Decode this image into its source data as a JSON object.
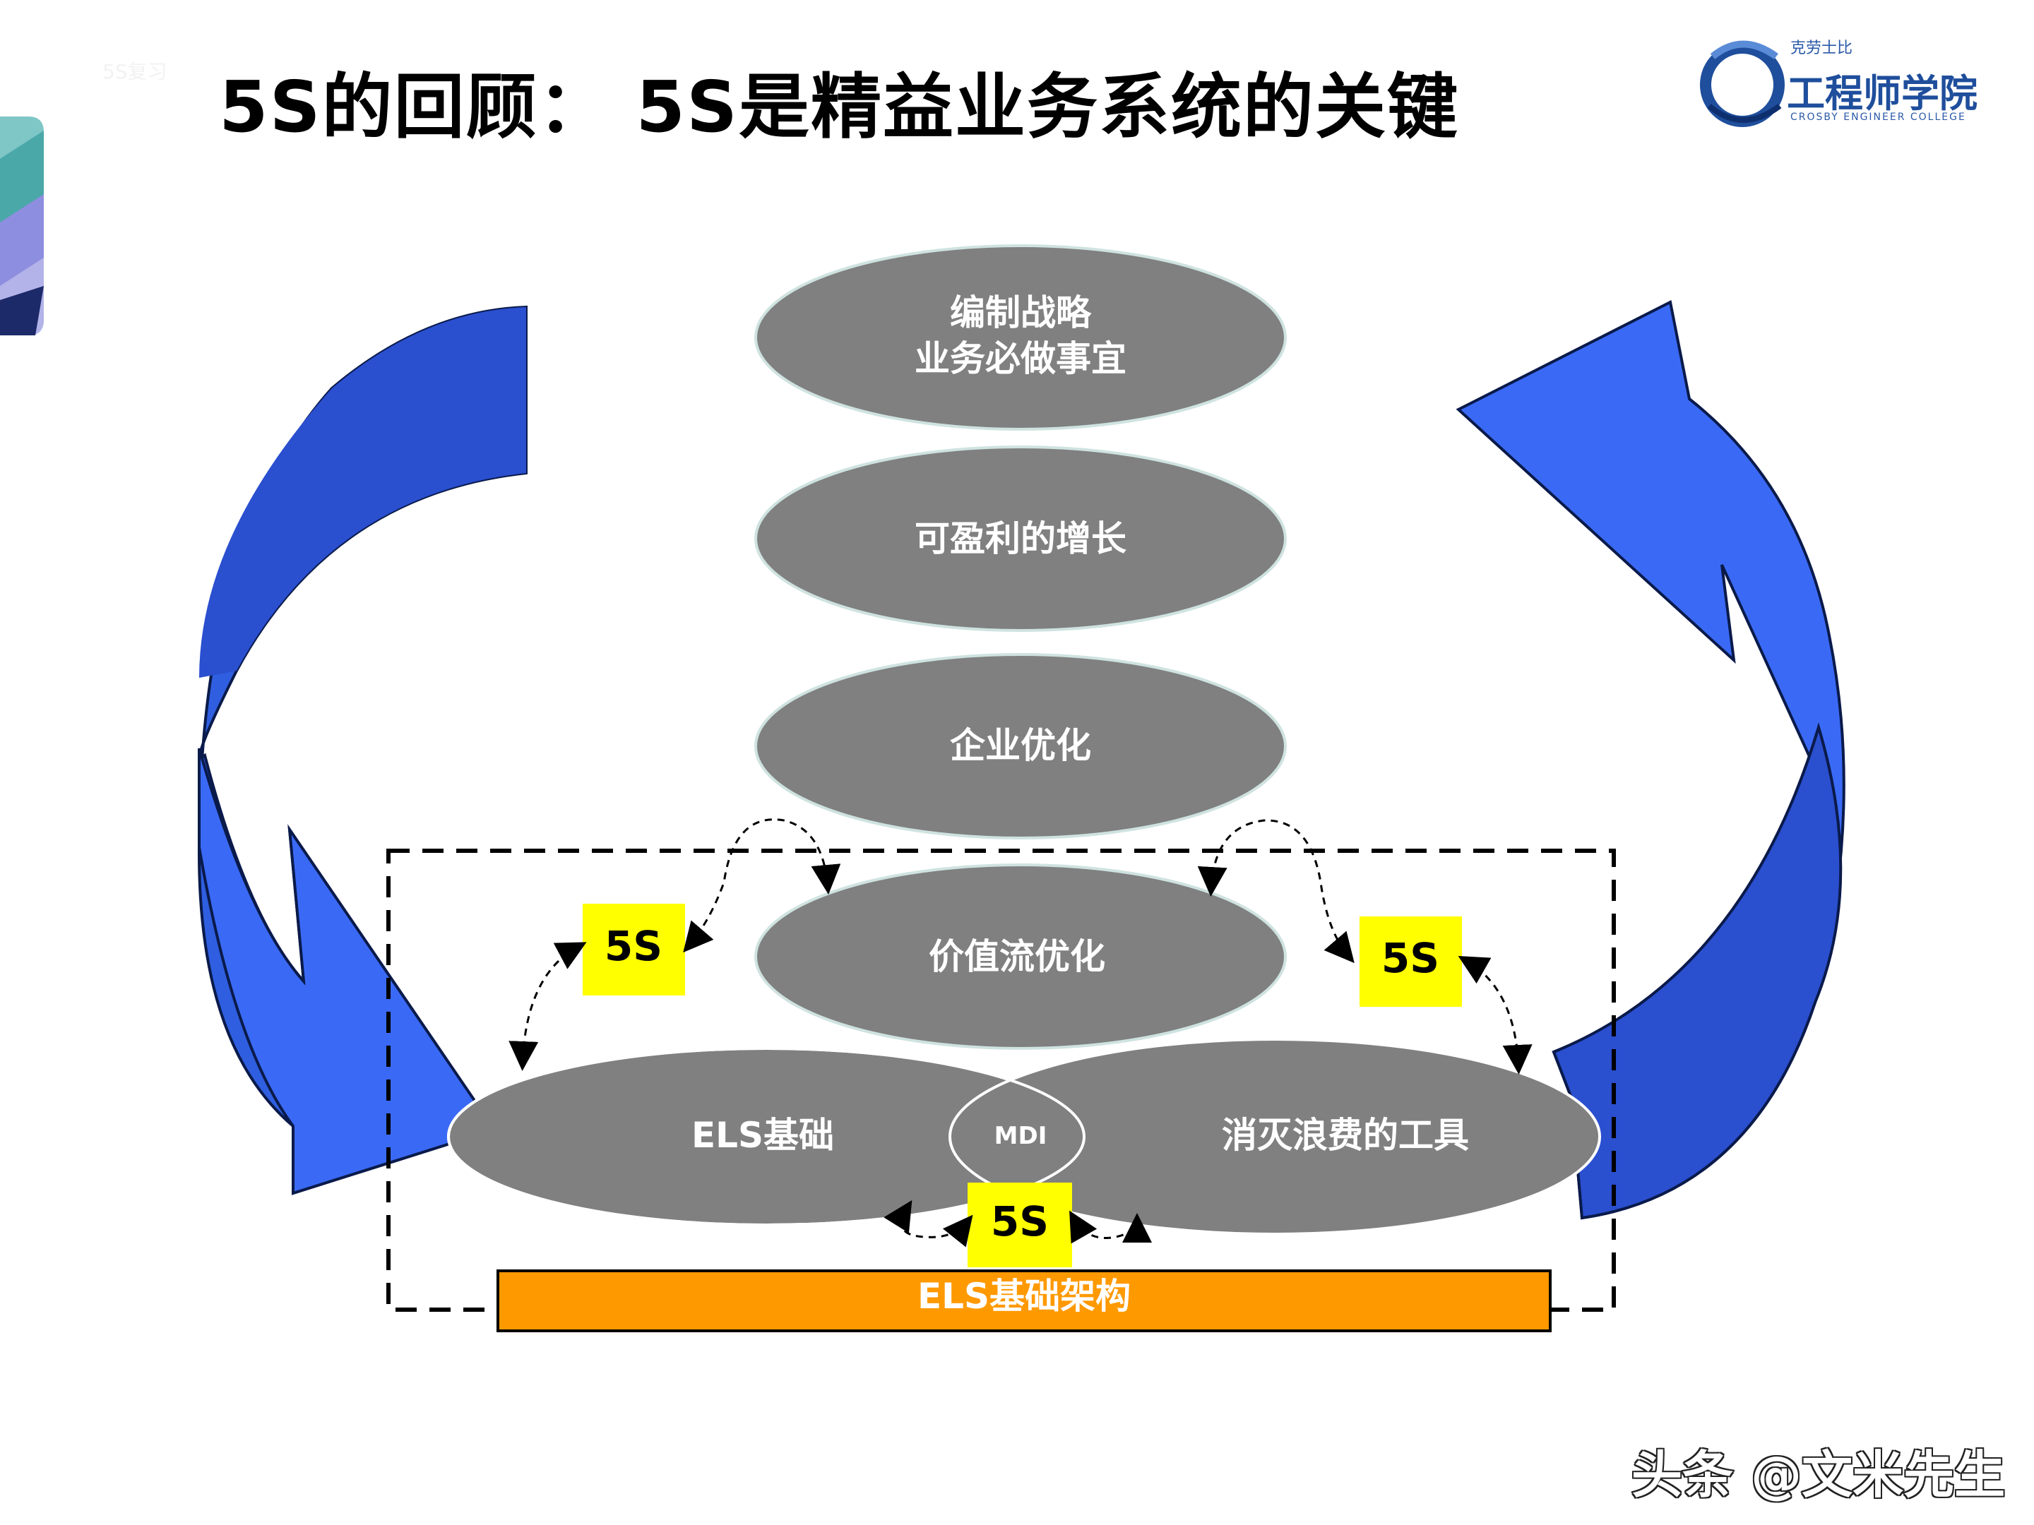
{
  "slide": {
    "corner_label": "5S复习",
    "title": "5S的回顾： 5S是精益业务系统的关键",
    "watermark": "头条 @文米先生"
  },
  "logo": {
    "small_text": "克劳士比",
    "main_text": "工程师学院",
    "sub_text": "CROSBY ENGINEER COLLEGE"
  },
  "diagram": {
    "levels": [
      {
        "line1": "编制战略",
        "line2": "业务必做事宜"
      },
      {
        "line1": "可盈利的增长"
      },
      {
        "line1": "企业优化"
      },
      {
        "line1": "价值流优化"
      }
    ],
    "left_base": "ELS基础",
    "right_base": "消灭浪费的工具",
    "center": "MDI",
    "five_s_left": "5S",
    "five_s_right": "5S",
    "five_s_bottom": "5S",
    "foundation": "ELS基础架构"
  },
  "colors": {
    "ellipse_fill": "#808080",
    "ellipse_stroke": "#cfe3e0",
    "arrow_blue": "#2f5fe0",
    "arrow_blue_dark": "#1e3fb0",
    "yellow": "#ffff00",
    "orange": "#ff9900"
  }
}
